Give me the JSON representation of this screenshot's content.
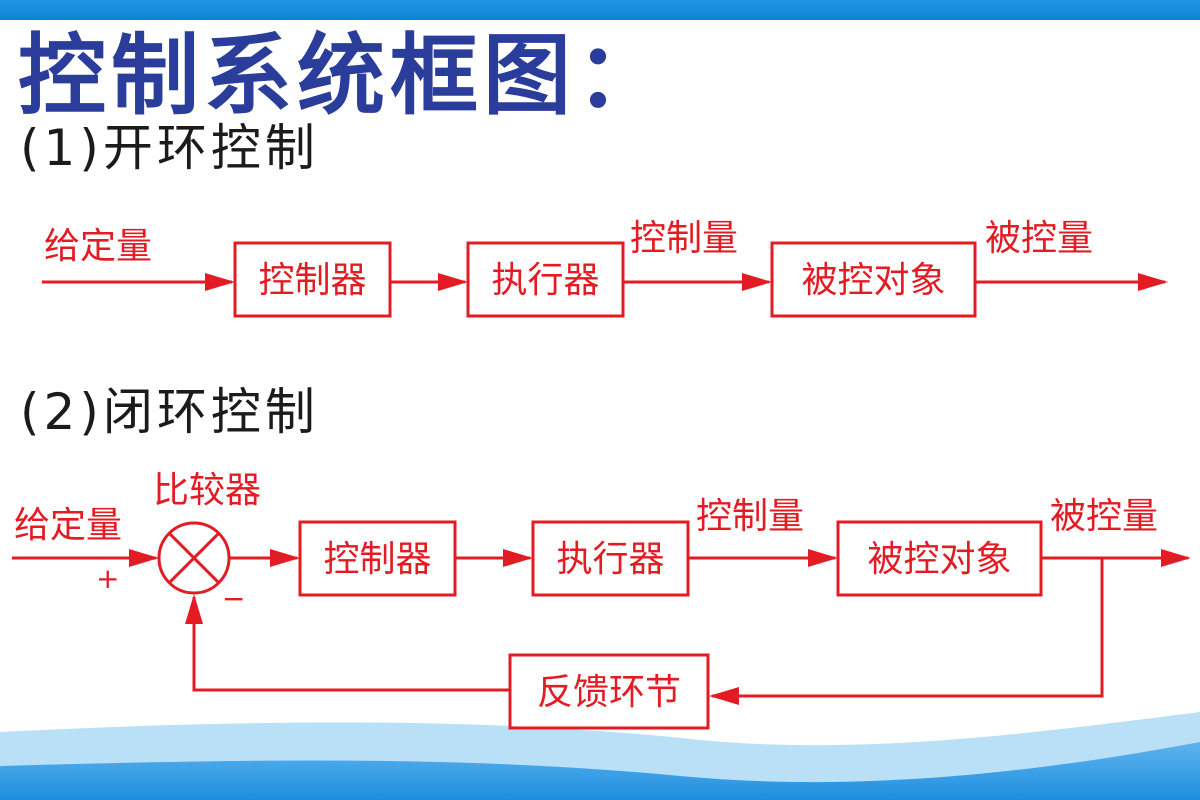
{
  "title": "控制系统框图：",
  "colors": {
    "diagram": "#e31c24",
    "title": "#2a3d9b",
    "section_text": "#1b1b1b",
    "stripe": "#1692e0",
    "wave_light": "#b9e0f7",
    "wave_dark": "#1e8fe0"
  },
  "open_loop": {
    "heading": "(1)开环控制",
    "input_label": "给定量",
    "blocks": [
      "控制器",
      "执行器",
      "被控对象"
    ],
    "control_signal_label": "控制量",
    "output_label": "被控量"
  },
  "closed_loop": {
    "heading": "(2)闭环控制",
    "input_label": "给定量",
    "comparator_label": "比较器",
    "plus_sign": "+",
    "minus_sign": "−",
    "blocks": [
      "控制器",
      "执行器",
      "被控对象"
    ],
    "control_signal_label": "控制量",
    "output_label": "被控量",
    "feedback_block": "反馈环节"
  }
}
